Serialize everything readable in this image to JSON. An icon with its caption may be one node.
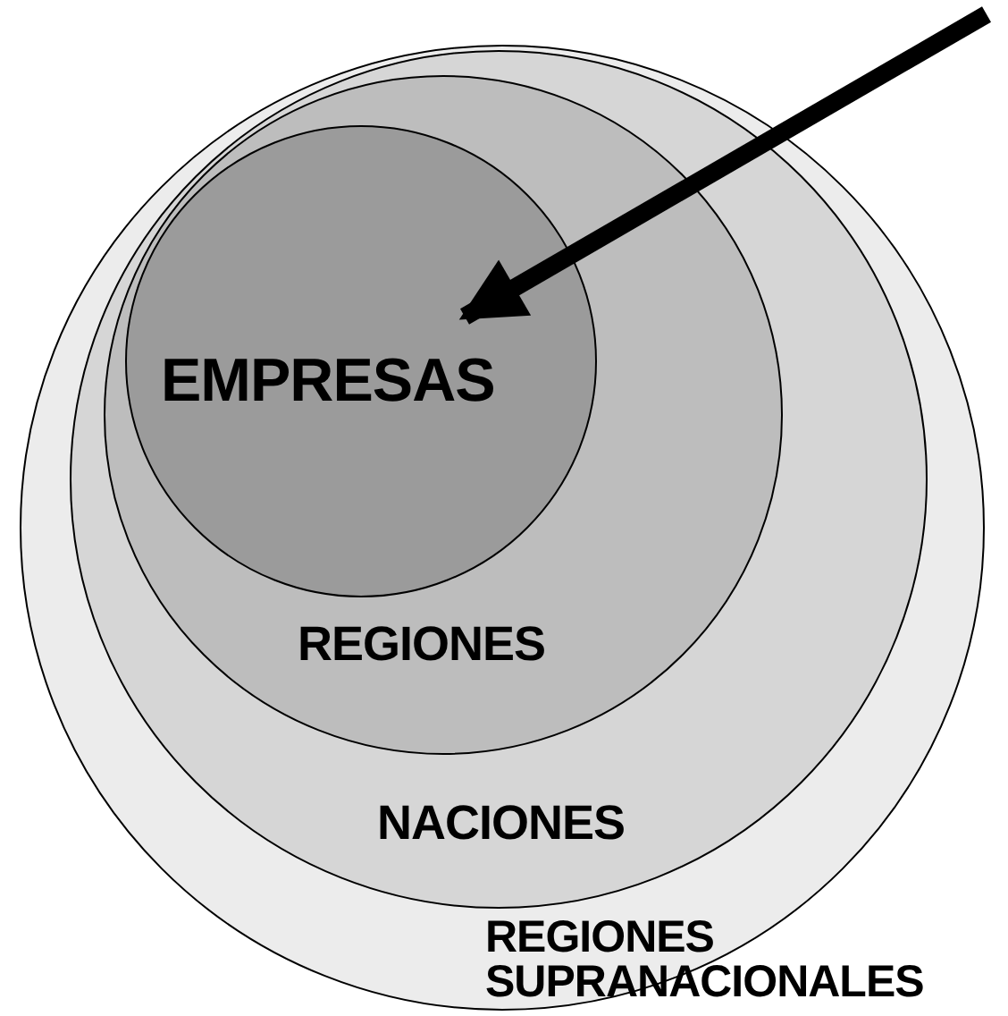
{
  "diagram": {
    "nodes": [
      {
        "text": [
          "REGIONES SUPRANACIONALES"
        ]
      },
      {
        "text": [
          "NACIONES"
        ],
        "in": 0
      },
      {
        "text": [
          "REGIONES"
        ],
        "in": 1
      },
      {
        "text": [
          "EMPRESAS"
        ],
        "in": 2
      }
    ],
    "edges": [
      {
        "from": null,
        "to": 3,
        "arrow": "to"
      }
    ]
  }
}
